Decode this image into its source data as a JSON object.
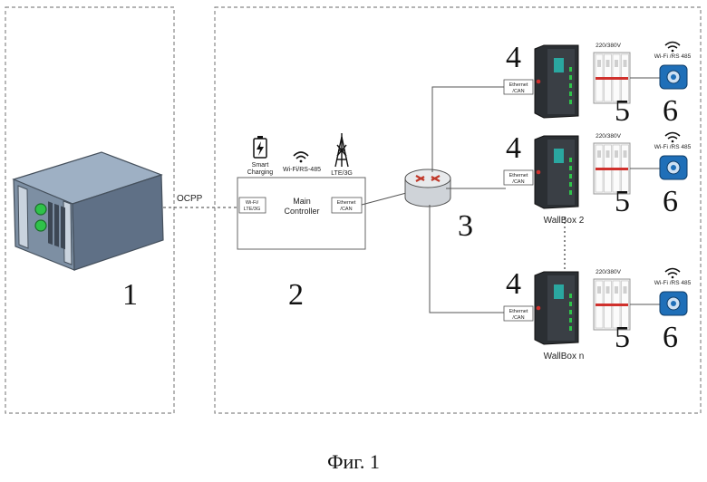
{
  "figure": {
    "caption": "Фиг. 1",
    "numbers": [
      "1",
      "2",
      "3",
      "4",
      "5",
      "6"
    ]
  },
  "server": {
    "protocol_label": "OCPP"
  },
  "controller": {
    "smart_label_1": "Smart",
    "smart_label_2": "Charging",
    "wifi_rs_label": "Wi-Fi/RS-485",
    "lte_label": "LTE/3G",
    "left_port_1": "Wi-Fi/",
    "left_port_2": "LTE/3G",
    "title_1": "Main",
    "title_2": "Controller",
    "right_port_1": "Ethernet",
    "right_port_2": "/CAN"
  },
  "wallbox_rows": [
    {
      "port_1": "Ethernet",
      "port_2": "/CAN",
      "voltage": "220/380V",
      "sensor_label": "Wi-Fi /RS 485",
      "name": ""
    },
    {
      "port_1": "Ethernet",
      "port_2": "/CAN",
      "voltage": "220/380V",
      "sensor_label": "Wi-Fi /RS 485",
      "name": "WallBox 2"
    },
    {
      "port_1": "Ethernet",
      "port_2": "/CAN",
      "voltage": "220/380V",
      "sensor_label": "Wi-Fi /RS 485",
      "name": "WallBox n"
    }
  ],
  "colors": {
    "box_border": "#888888",
    "server_body": "#7d8fa3",
    "led": "#2fc24a",
    "router": "#c0392b",
    "breaker_red": "#d0312d",
    "sensor_blue": "#1f6fb8"
  }
}
